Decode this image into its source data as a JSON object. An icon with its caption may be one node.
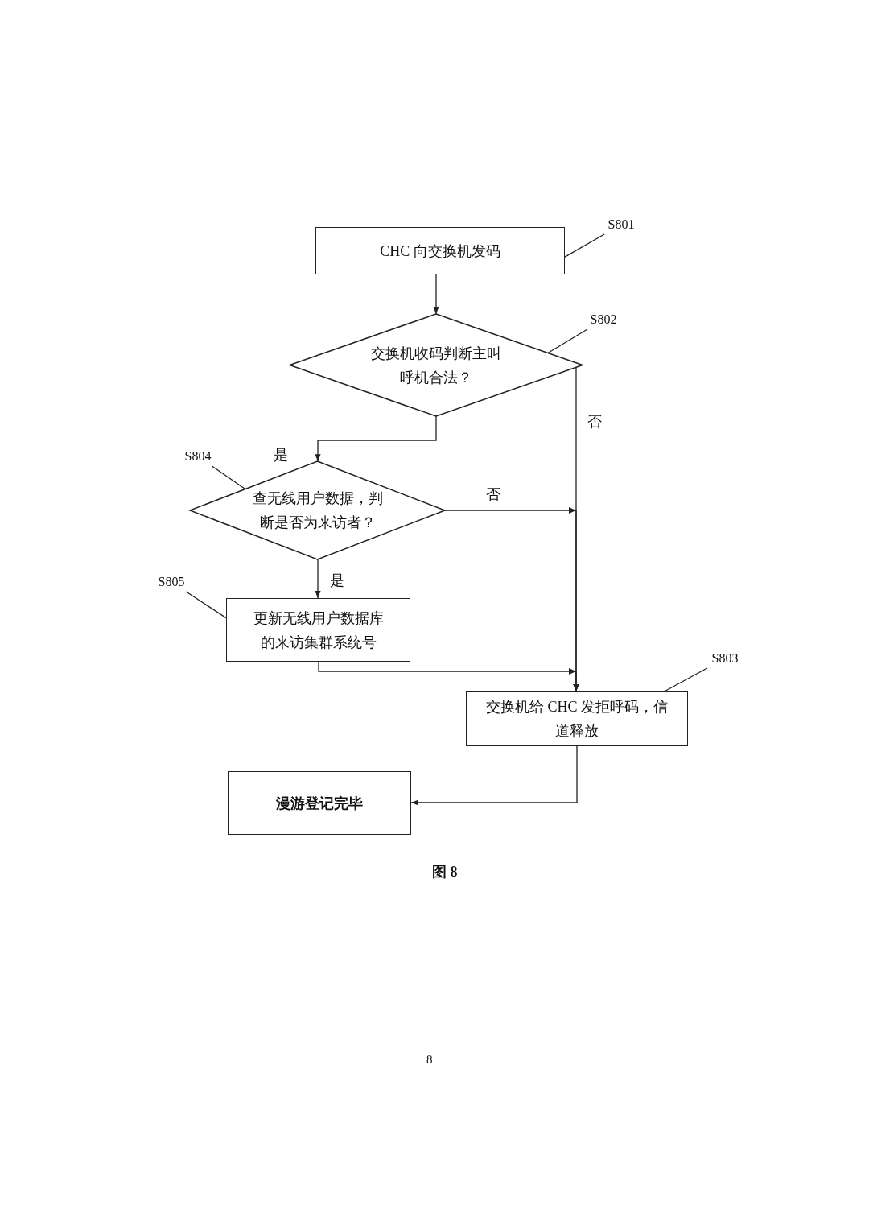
{
  "diagram": {
    "caption": "图 8",
    "nodes": [
      {
        "text": [
          "CHC 向交换机发码"
        ]
      },
      {
        "text": [
          "交换机收码判断主叫呼机合法？"
        ]
      },
      {
        "text": [
          "查无线用户数据，判断是否为来访者？"
        ]
      },
      {
        "text": [
          "更新无线用户数据库的来访集群系统号"
        ]
      },
      {
        "text": [
          "交换机给 CHC 发拒呼码，信道释放"
        ]
      },
      {
        "text": [
          "漫游登记完毕"
        ]
      },
      {
        "text": [
          "S801"
        ]
      },
      {
        "text": [
          "S802"
        ]
      },
      {
        "text": [
          "S804"
        ]
      },
      {
        "text": [
          "S805"
        ]
      },
      {
        "text": [
          "S803"
        ]
      }
    ],
    "edges": [
      {
        "from": 0,
        "to": 1,
        "arrow": "to"
      },
      {
        "from": 1,
        "to": 2,
        "arrow": "to",
        "label": "是"
      },
      {
        "from": 1,
        "to": 4,
        "arrow": "to",
        "label": "否"
      },
      {
        "from": 2,
        "to": 4,
        "arrow": "to",
        "label": "否"
      },
      {
        "from": 2,
        "to": 3,
        "arrow": "to",
        "label": "是"
      },
      {
        "from": 3,
        "to": 4,
        "arrow": "to"
      },
      {
        "from": 4,
        "to": 5,
        "arrow": "to"
      },
      {
        "from": 6,
        "to": 0,
        "arrow": "none"
      },
      {
        "from": 7,
        "to": 1,
        "arrow": "none"
      },
      {
        "from": 8,
        "to": 2,
        "arrow": "none"
      },
      {
        "from": 9,
        "to": 3,
        "arrow": "none"
      },
      {
        "from": 10,
        "to": 4,
        "arrow": "none"
      }
    ],
    "labels": [
      "8"
    ]
  }
}
